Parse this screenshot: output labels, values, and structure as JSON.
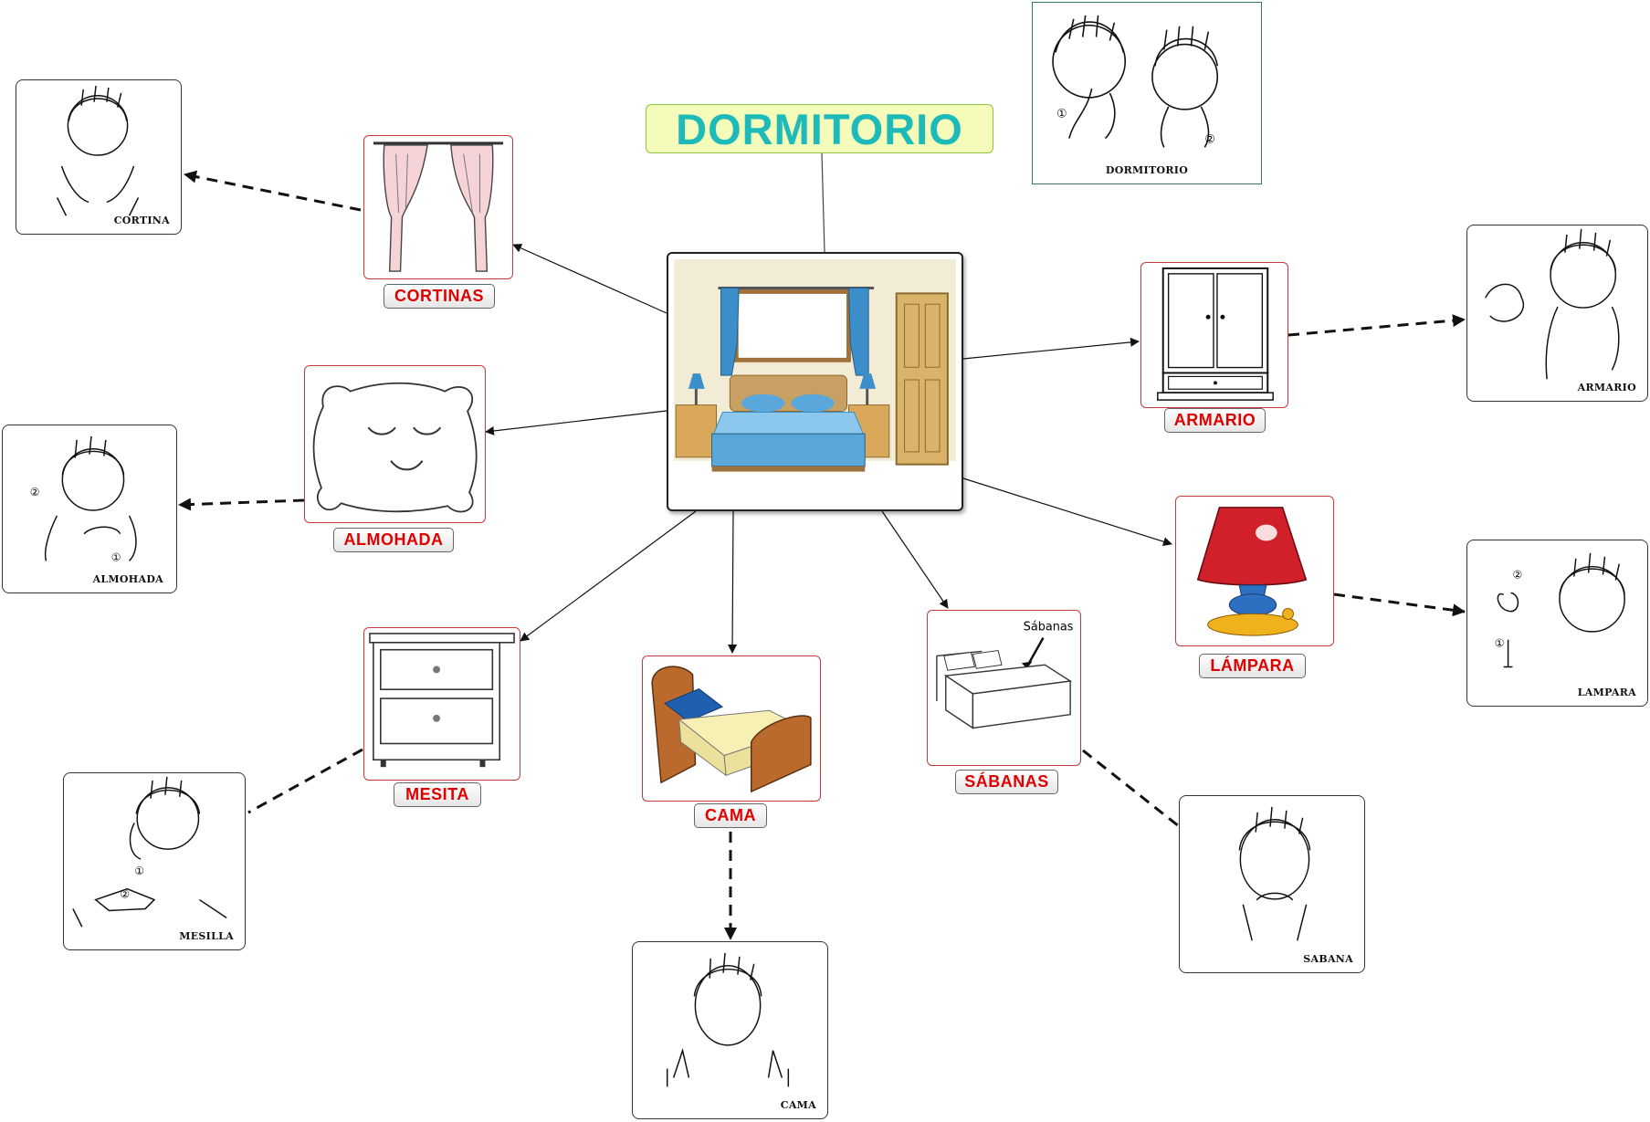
{
  "title": "DORMITORIO",
  "center": {
    "sign_caption": "DORMITORIO",
    "circled_numbers": [
      "①",
      "②"
    ]
  },
  "nodes": [
    {
      "label": "CORTINAS",
      "sign_caption": "CORTINA"
    },
    {
      "label": "ALMOHADA",
      "sign_caption": "ALMOHADA",
      "circled_numbers": [
        "②",
        "①"
      ]
    },
    {
      "label": "MESITA",
      "sign_caption": "MESILLA",
      "circled_numbers": [
        "①",
        "②"
      ]
    },
    {
      "label": "CAMA",
      "sign_caption": "CAMA"
    },
    {
      "label": "SÁBANAS",
      "sign_caption": "SABANA",
      "picture_text": "Sábanas"
    },
    {
      "label": "LÁMPARA",
      "sign_caption": "LAMPARA",
      "circled_numbers": [
        "②",
        "①"
      ]
    },
    {
      "label": "ARMARIO",
      "sign_caption": "ARMARIO"
    }
  ],
  "colors": {
    "title_text": "#1ebaba",
    "title_fill": "#f5fbb9",
    "title_border": "#8cc63f",
    "label_text": "#e00000",
    "picture_border": "#c83a3a"
  },
  "icons": [
    "curtains-icon",
    "pillow-icon",
    "nightstand-icon",
    "bed-icon",
    "sheets-bed-icon",
    "lamp-icon",
    "wardrobe-icon",
    "bedroom-illustration",
    "sign-figure-icon"
  ]
}
